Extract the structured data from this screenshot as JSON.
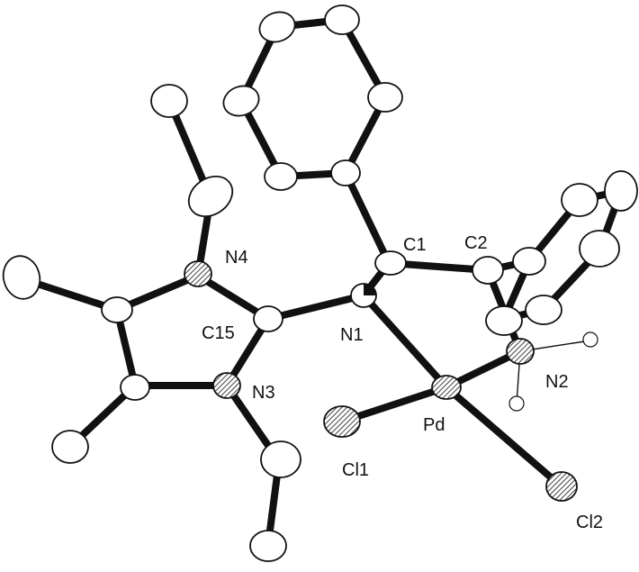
{
  "figure": {
    "labels": {
      "N4": "N4",
      "C1": "C1",
      "C2": "C2",
      "C15": "C15",
      "N1": "N1",
      "N3": "N3",
      "N2": "N2",
      "Pd": "Pd",
      "Cl1": "Cl1",
      "Cl2": "Cl2"
    }
  }
}
